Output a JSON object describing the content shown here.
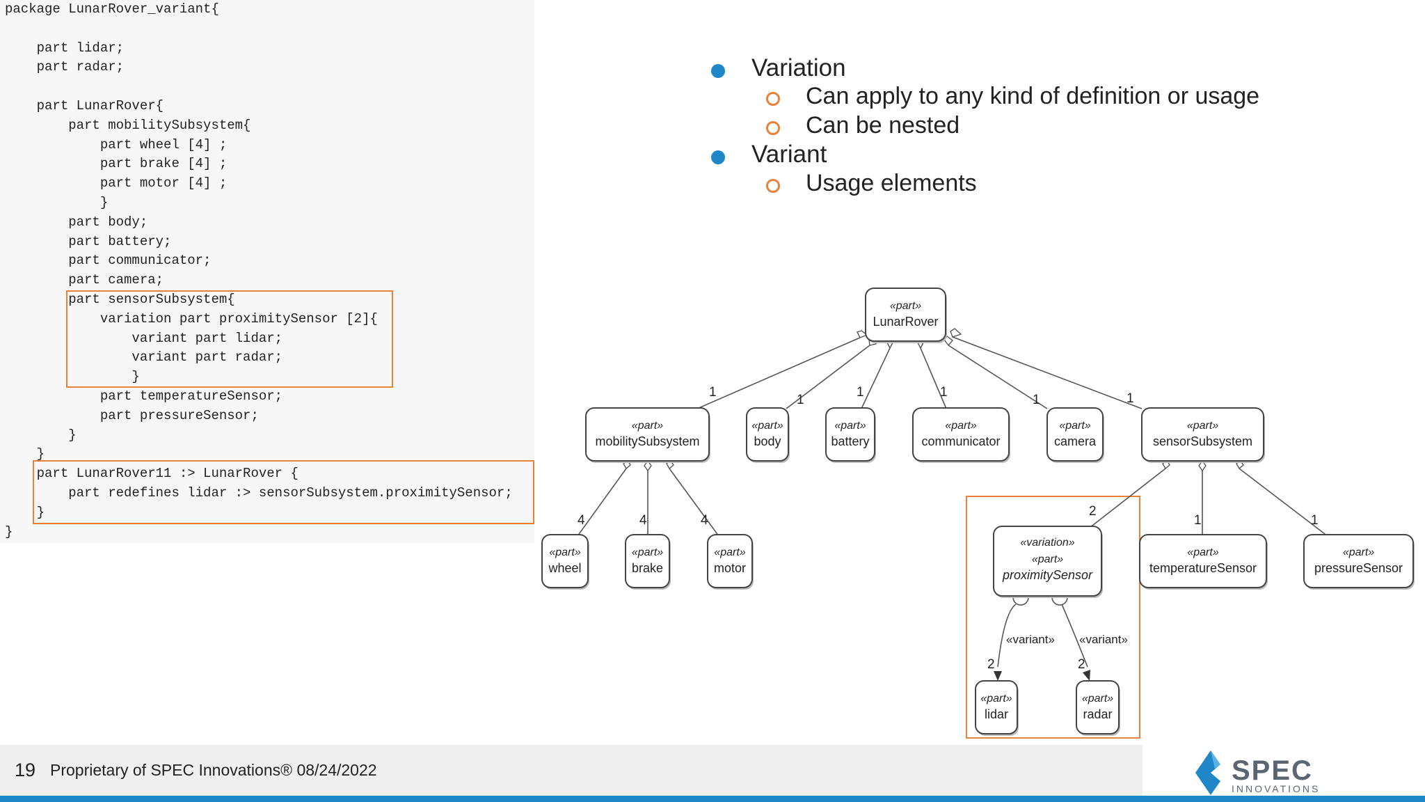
{
  "code": {
    "lines": [
      "package LunarRover_variant{",
      "",
      "    part lidar;",
      "    part radar;",
      "",
      "    part LunarRover{",
      "        part mobilitySubsystem{",
      "            part wheel [4] ;",
      "            part brake [4] ;",
      "            part motor [4] ;",
      "            }",
      "        part body;",
      "        part battery;",
      "        part communicator;",
      "        part camera;",
      "        part sensorSubsystem{",
      "            variation part proximitySensor [2]{",
      "                variant part lidar;",
      "                variant part radar;",
      "                }",
      "            part temperatureSensor;",
      "            part pressureSensor;",
      "        }",
      "    }",
      "    part LunarRover11 :> LunarRover {",
      "        part redefines lidar :> sensorSubsystem.proximitySensor;",
      "    }",
      "}"
    ]
  },
  "bullets": [
    {
      "level": 1,
      "text": "Variation"
    },
    {
      "level": 2,
      "text": "Can apply to any kind of definition or usage"
    },
    {
      "level": 2,
      "text": "Can be nested"
    },
    {
      "level": 1,
      "text": "Variant"
    },
    {
      "level": 2,
      "text": "Usage elements"
    }
  ],
  "diagram": {
    "nodes": {
      "lunarRover": {
        "stereo": "«part»",
        "name": "LunarRover"
      },
      "mobilitySubsystem": {
        "stereo": "«part»",
        "name": "mobilitySubsystem"
      },
      "body": {
        "stereo": "«part»",
        "name": "body"
      },
      "battery": {
        "stereo": "«part»",
        "name": "battery"
      },
      "communicator": {
        "stereo": "«part»",
        "name": "communicator"
      },
      "camera": {
        "stereo": "«part»",
        "name": "camera"
      },
      "sensorSubsystem": {
        "stereo": "«part»",
        "name": "sensorSubsystem"
      },
      "wheel": {
        "stereo": "«part»",
        "name": "wheel"
      },
      "brake": {
        "stereo": "«part»",
        "name": "brake"
      },
      "motor": {
        "stereo": "«part»",
        "name": "motor"
      },
      "proximitySensor": {
        "stereo1": "«variation»",
        "stereo": "«part»",
        "name": "proximitySensor"
      },
      "temperatureSensor": {
        "stereo": "«part»",
        "name": "temperatureSensor"
      },
      "pressureSensor": {
        "stereo": "«part»",
        "name": "pressureSensor"
      },
      "lidar": {
        "stereo": "«part»",
        "name": "lidar"
      },
      "radar": {
        "stereo": "«part»",
        "name": "radar"
      }
    },
    "multiplicities": {
      "mobilitySubsystem": "1",
      "body": "1",
      "battery": "1",
      "communicator": "1",
      "camera": "1",
      "sensorSubsystem": "1",
      "wheel": "4",
      "brake": "4",
      "motor": "4",
      "proximitySensor": "2",
      "temperatureSensor": "1",
      "pressureSensor": "1",
      "lidar": "2",
      "radar": "2"
    },
    "variant_label": "«variant»"
  },
  "footer": {
    "page_number": "19",
    "text": "Proprietary of SPEC Innovations® 08/24/2022",
    "logo_text": "SPEC",
    "logo_subtext": "INNOVATIONS"
  },
  "colors": {
    "accent_orange": "#e8823a",
    "accent_blue": "#1f86c8"
  }
}
